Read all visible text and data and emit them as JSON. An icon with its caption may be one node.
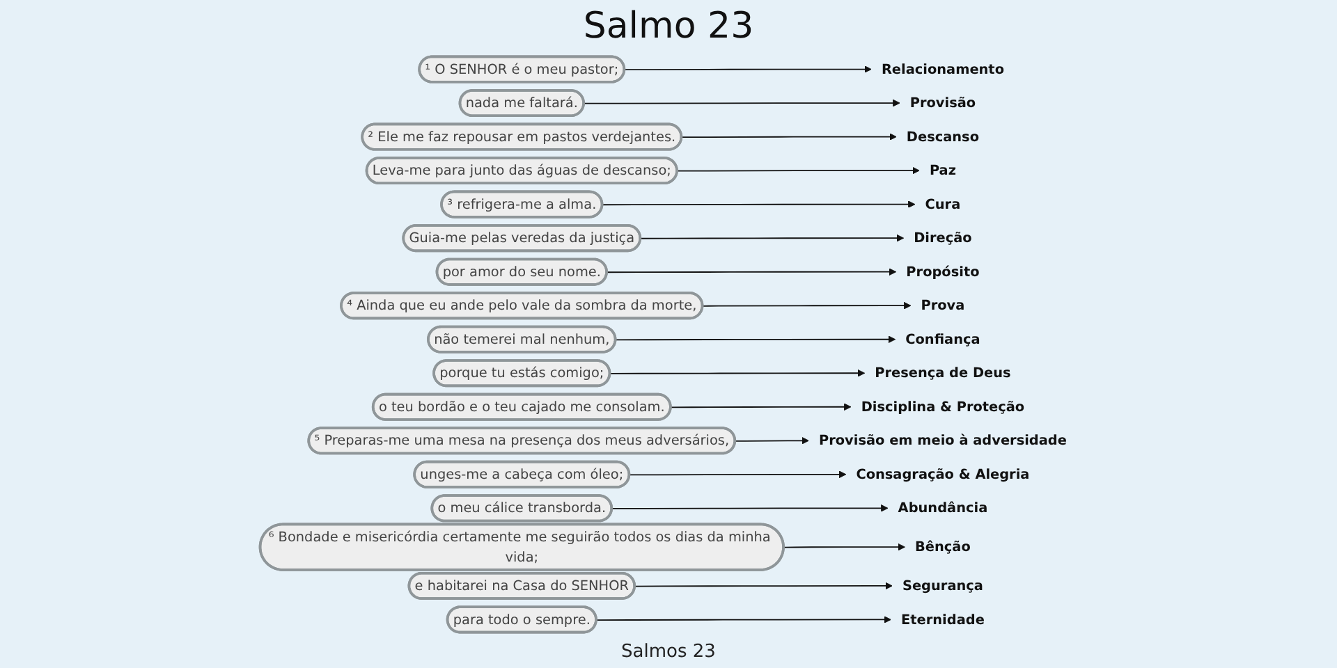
{
  "diagram": {
    "title": "Salmo 23",
    "caption": "Salmos 23",
    "nodes": [
      {
        "text": [
          "¹ O SENHOR é o meu pastor;"
        ]
      },
      {
        "text": [
          "nada me faltará."
        ]
      },
      {
        "text": [
          "² Ele me faz repousar em pastos verdejantes."
        ]
      },
      {
        "text": [
          "Leva-me para junto das águas de descanso;"
        ]
      },
      {
        "text": [
          "³ refrigera-me a alma."
        ]
      },
      {
        "text": [
          "Guia-me pelas veredas da justiça"
        ]
      },
      {
        "text": [
          "por amor do seu nome."
        ]
      },
      {
        "text": [
          "⁴ Ainda que eu ande pelo vale da sombra da morte,"
        ]
      },
      {
        "text": [
          "não temerei mal nenhum,"
        ]
      },
      {
        "text": [
          "porque tu estás comigo;"
        ]
      },
      {
        "text": [
          "o teu bordão e o teu cajado me consolam."
        ]
      },
      {
        "text": [
          "⁵ Preparas-me uma mesa na presença dos meus adversários,"
        ]
      },
      {
        "text": [
          "unges-me a cabeça com óleo;"
        ]
      },
      {
        "text": [
          "o meu cálice transborda."
        ]
      },
      {
        "text": [
          "⁶ Bondade e misericórdia certamente me seguirão todos os dias da minha vida;"
        ]
      },
      {
        "text": [
          "e habitarei na Casa do SENHOR"
        ]
      },
      {
        "text": [
          "para todo o sempre."
        ]
      },
      {
        "text": [
          "Relacionamento"
        ]
      },
      {
        "text": [
          "Provisão"
        ]
      },
      {
        "text": [
          "Descanso"
        ]
      },
      {
        "text": [
          "Paz"
        ]
      },
      {
        "text": [
          "Cura"
        ]
      },
      {
        "text": [
          "Direção"
        ]
      },
      {
        "text": [
          "Propósito"
        ]
      },
      {
        "text": [
          "Prova"
        ]
      },
      {
        "text": [
          "Confiança"
        ]
      },
      {
        "text": [
          "Presença de Deus"
        ]
      },
      {
        "text": [
          "Disciplina & Proteção"
        ]
      },
      {
        "text": [
          "Provisão em meio à adversidade"
        ]
      },
      {
        "text": [
          "Consagração & Alegria"
        ]
      },
      {
        "text": [
          "Abundância"
        ]
      },
      {
        "text": [
          "Bênção"
        ]
      },
      {
        "text": [
          "Segurança"
        ]
      },
      {
        "text": [
          "Eternidade"
        ]
      }
    ],
    "edges": [
      {
        "from": 0,
        "to": 17,
        "arrow": "to"
      },
      {
        "from": 1,
        "to": 18,
        "arrow": "to"
      },
      {
        "from": 2,
        "to": 19,
        "arrow": "to"
      },
      {
        "from": 3,
        "to": 20,
        "arrow": "to"
      },
      {
        "from": 4,
        "to": 21,
        "arrow": "to"
      },
      {
        "from": 5,
        "to": 22,
        "arrow": "to"
      },
      {
        "from": 6,
        "to": 23,
        "arrow": "to"
      },
      {
        "from": 7,
        "to": 24,
        "arrow": "to"
      },
      {
        "from": 8,
        "to": 25,
        "arrow": "to"
      },
      {
        "from": 9,
        "to": 26,
        "arrow": "to"
      },
      {
        "from": 10,
        "to": 27,
        "arrow": "to"
      },
      {
        "from": 11,
        "to": 28,
        "arrow": "to"
      },
      {
        "from": 12,
        "to": 29,
        "arrow": "to"
      },
      {
        "from": 13,
        "to": 30,
        "arrow": "to"
      },
      {
        "from": 14,
        "to": 31,
        "arrow": "to"
      },
      {
        "from": 15,
        "to": 32,
        "arrow": "to"
      },
      {
        "from": 16,
        "to": 33,
        "arrow": "to"
      }
    ]
  }
}
